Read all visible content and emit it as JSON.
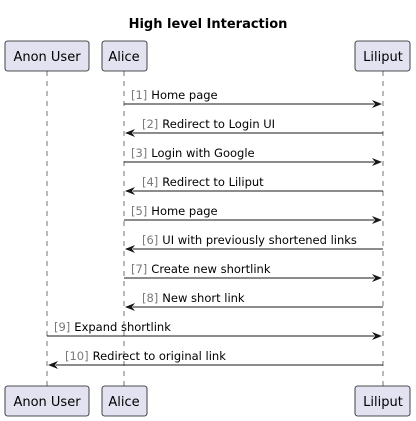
{
  "title": "High level Interaction",
  "participants": [
    {
      "id": "anon",
      "label": "Anon User"
    },
    {
      "id": "alice",
      "label": "Alice"
    },
    {
      "id": "liliput",
      "label": "Liliput"
    }
  ],
  "colors": {
    "participant_fill": "#E2E2F0",
    "line": "#181818",
    "number_text": "#7a7a7a"
  },
  "messages": [
    {
      "num": "[1]",
      "text": "Home page",
      "from": "alice",
      "to": "liliput"
    },
    {
      "num": "[2]",
      "text": "Redirect to Login UI",
      "from": "liliput",
      "to": "alice"
    },
    {
      "num": "[3]",
      "text": "Login with Google",
      "from": "alice",
      "to": "liliput"
    },
    {
      "num": "[4]",
      "text": "Redirect to Liliput",
      "from": "liliput",
      "to": "alice"
    },
    {
      "num": "[5]",
      "text": "Home page",
      "from": "alice",
      "to": "liliput"
    },
    {
      "num": "[6]",
      "text": "UI with previously shortened links",
      "from": "liliput",
      "to": "alice"
    },
    {
      "num": "[7]",
      "text": "Create new shortlink",
      "from": "alice",
      "to": "liliput"
    },
    {
      "num": "[8]",
      "text": "New short link",
      "from": "liliput",
      "to": "alice"
    },
    {
      "num": "[9]",
      "text": "Expand shortlink",
      "from": "anon",
      "to": "liliput"
    },
    {
      "num": "[10]",
      "text": "Redirect to original link",
      "from": "liliput",
      "to": "anon"
    }
  ]
}
